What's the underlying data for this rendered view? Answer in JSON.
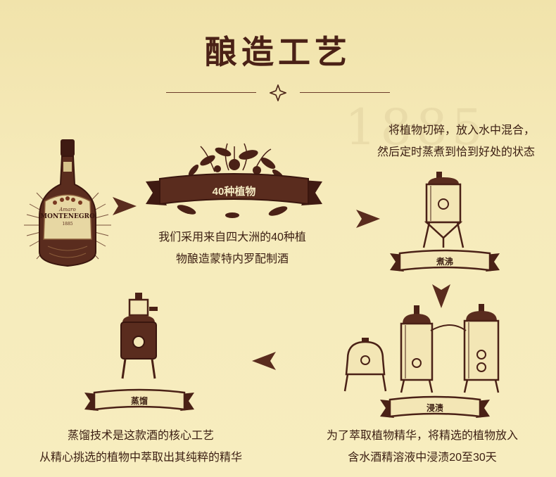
{
  "title": "酿造工艺",
  "steps": {
    "botanicals": {
      "label": "40种植物",
      "description": [
        "我们采用来自四大洲的40种植",
        "物酿造蒙特内罗配制酒"
      ]
    },
    "boiling": {
      "label": "煮沸",
      "description": [
        "将植物切碎，放入水中混合，",
        "然后定时蒸煮到恰到好处的状态"
      ]
    },
    "steeping": {
      "label": "浸渍",
      "description": [
        "为了萃取植物精华，将精选的植物放入",
        "含水酒精溶液中浸渍20至30天"
      ]
    },
    "distilling": {
      "label": "蒸馏",
      "description": [
        "蒸馏技术是这款酒的核心工艺",
        "从精心挑选的植物中萃取出其纯粹的精华"
      ]
    }
  },
  "bottle_label": {
    "brand": "MONTENEGRO",
    "script": "Amaro",
    "year": "1885"
  },
  "watermark_year": "1885",
  "colors": {
    "background": "#f5e9b7",
    "ribbon_dark": "#5a2c1e",
    "ribbon_light": "#f3e6b5",
    "text": "#3b1e12",
    "accent": "#4a2116"
  }
}
